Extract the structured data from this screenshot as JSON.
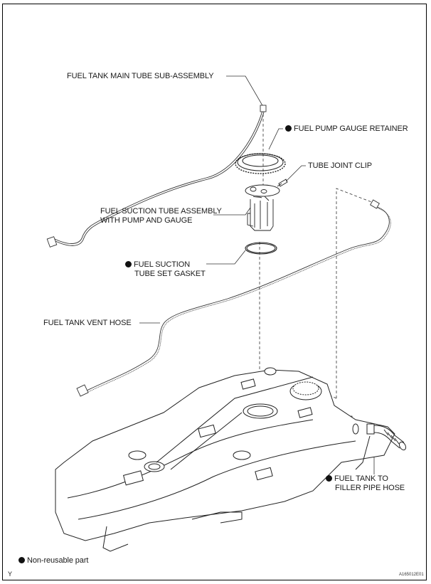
{
  "diagram": {
    "labels": {
      "main_tube": "FUEL TANK MAIN TUBE SUB-ASSEMBLY",
      "pump_retainer": "FUEL PUMP GAUGE RETAINER",
      "tube_joint_clip": "TUBE JOINT CLIP",
      "suction_tube_line1": "FUEL SUCTION TUBE ASSEMBLY",
      "suction_tube_line2": "WITH PUMP AND GAUGE",
      "gasket_line1": "FUEL SUCTION",
      "gasket_line2": "TUBE SET GASKET",
      "vent_hose": "FUEL TANK VENT HOSE",
      "filler_hose_line1": "FUEL TANK TO",
      "filler_hose_line2": "FILLER PIPE HOSE"
    },
    "non_reusable_marked": [
      "pump_retainer",
      "gasket",
      "filler_hose"
    ],
    "legend": {
      "non_reusable": "Non-reusable part",
      "symbol": "filled-circle"
    },
    "corner_mark": "Y",
    "figure_id": "A165012E01"
  }
}
